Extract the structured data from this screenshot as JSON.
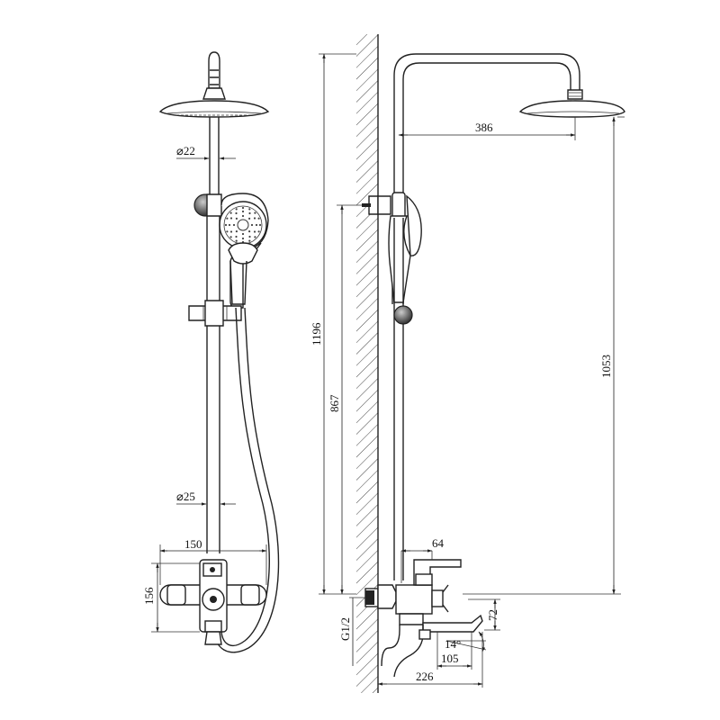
{
  "dimensions": {
    "head_pipe_diameter": "⌀22",
    "riser_diameter": "⌀25",
    "mixer_width": "150",
    "mixer_height": "156",
    "head_reach": "386",
    "total_height": "1196",
    "holder_height": "867",
    "head_height": "1053",
    "valve_depth": "64",
    "spout_height": "72",
    "spout_angle": "14°",
    "spout_length": "105",
    "total_projection": "226",
    "inlet_thread": "G1/2"
  }
}
